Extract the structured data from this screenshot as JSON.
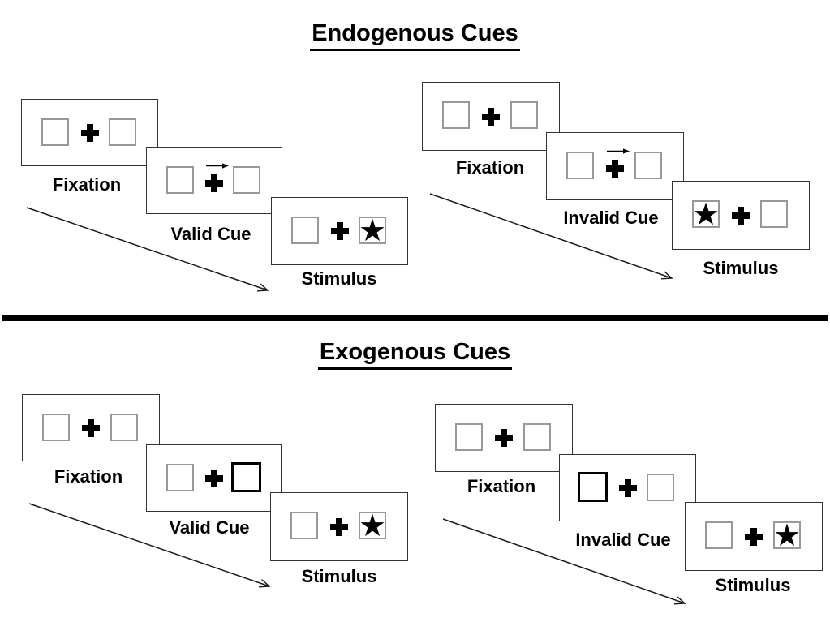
{
  "slide": {
    "background": "#ffffff",
    "ink_color": "#000000",
    "panel_border_color": "#333333",
    "box_border_color": "#999999",
    "divider_color": "#000000"
  },
  "glyphs": {
    "star": "★"
  },
  "sections": [
    {
      "id": "endogenous",
      "title": "Endogenous Cues",
      "trials": [
        {
          "id": "valid",
          "cue": "central-arrow-right",
          "target": "star-right",
          "panels": [
            {
              "label": "Fixation"
            },
            {
              "label": "Valid Cue"
            },
            {
              "label": "Stimulus"
            }
          ]
        },
        {
          "id": "invalid",
          "cue": "central-arrow-right",
          "target": "star-left",
          "panels": [
            {
              "label": "Fixation"
            },
            {
              "label": "Invalid Cue"
            },
            {
              "label": "Stimulus"
            }
          ]
        }
      ]
    },
    {
      "id": "exogenous",
      "title": "Exogenous Cues",
      "trials": [
        {
          "id": "valid",
          "cue": "peripheral-box-right",
          "target": "star-right",
          "panels": [
            {
              "label": "Fixation"
            },
            {
              "label": "Valid Cue"
            },
            {
              "label": "Stimulus"
            }
          ]
        },
        {
          "id": "invalid",
          "cue": "peripheral-box-left",
          "target": "star-right",
          "panels": [
            {
              "label": "Fixation"
            },
            {
              "label": "Invalid Cue"
            },
            {
              "label": "Stimulus"
            }
          ]
        }
      ]
    }
  ]
}
